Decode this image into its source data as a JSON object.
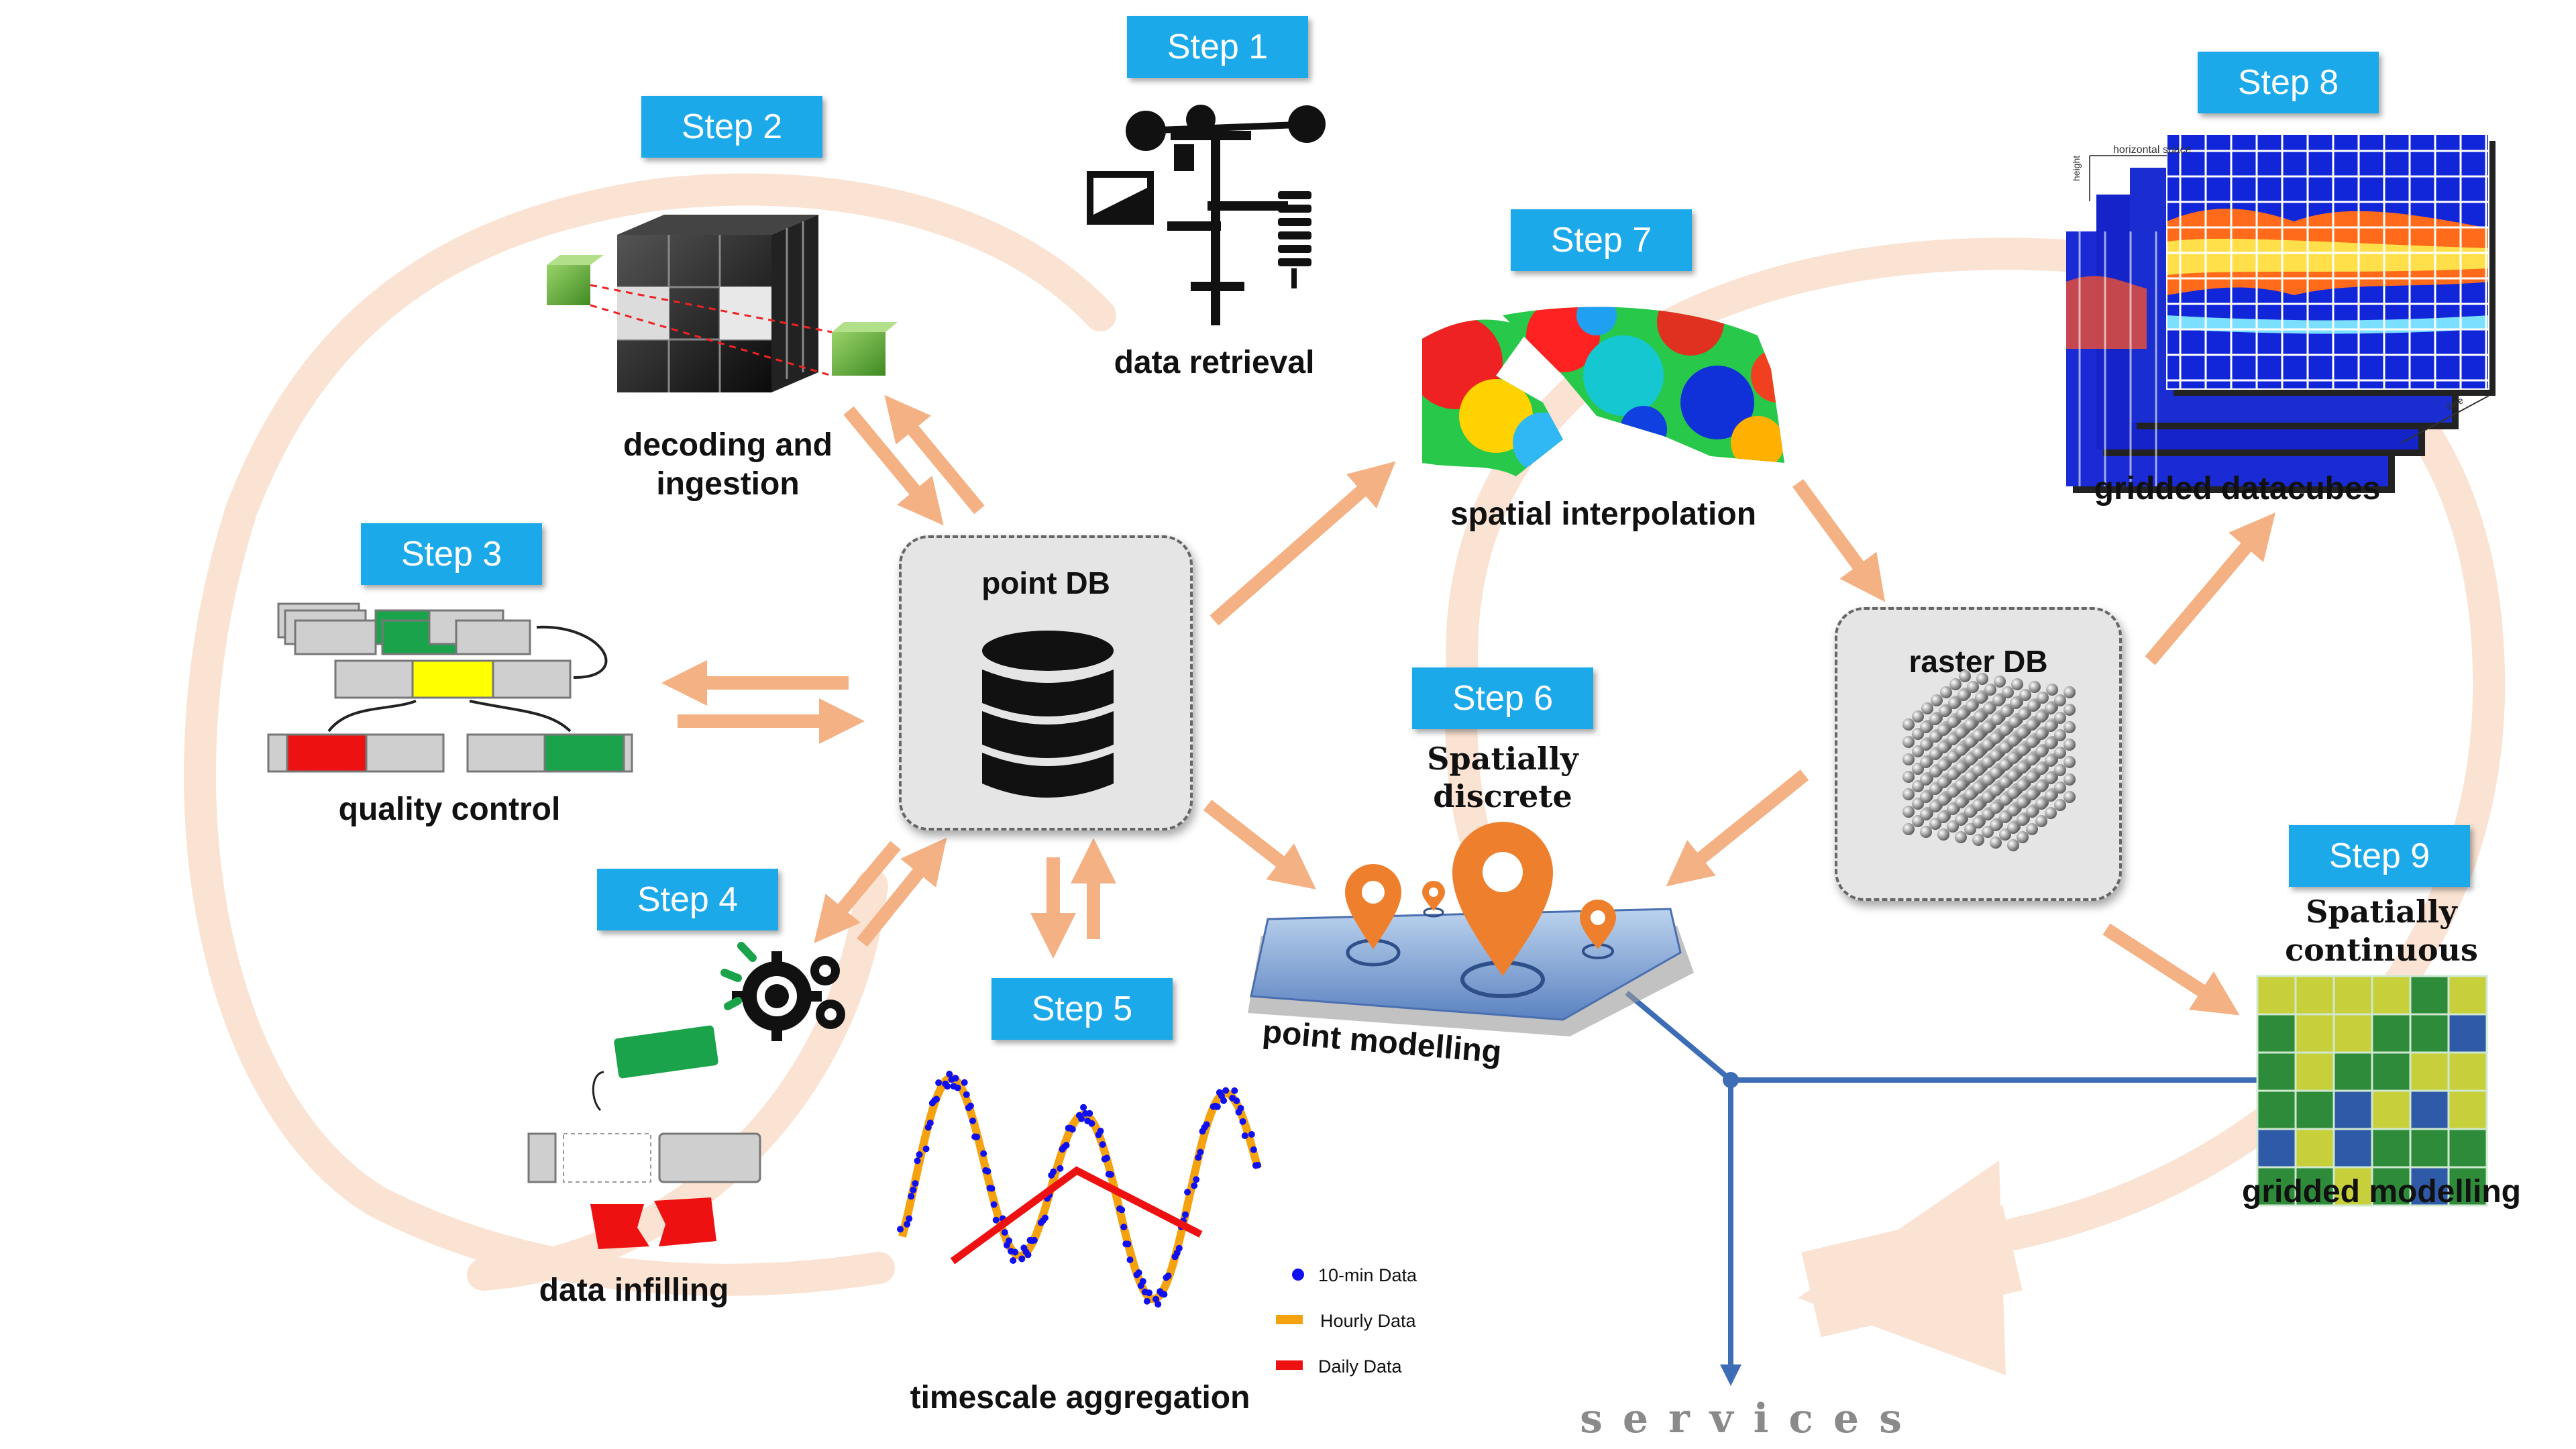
{
  "steps": {
    "s1": "Step 1",
    "s2": "Step 2",
    "s3": "Step 3",
    "s4": "Step 4",
    "s5": "Step 5",
    "s6": "Step 6",
    "s7": "Step 7",
    "s8": "Step 8",
    "s9": "Step 9"
  },
  "labels": {
    "data_retrieval": "data retrieval",
    "decoding_1": "decoding and",
    "decoding_2": "ingestion",
    "quality_control": "quality control",
    "data_infilling": "data infilling",
    "timescale_aggregation": "timescale aggregation",
    "point_modelling": "point modelling",
    "spatially_discrete_1": "Spatially",
    "spatially_discrete_2": "discrete",
    "spatial_interpolation": "spatial interpolation",
    "gridded_datacubes": "gridded datacubes",
    "spatially_continuous_1": "Spatially",
    "spatially_continuous_2": "continuous",
    "gridded_modelling": "gridded modelling",
    "services": "services"
  },
  "databases": {
    "point_db": "point DB",
    "raster_db": "raster DB"
  },
  "legend": {
    "ten_min": "10-min Data",
    "hourly": "Hourly Data",
    "daily": "Daily Data"
  },
  "datacube_axes": {
    "height": "height",
    "horizontal": "horizontal space",
    "time": "time"
  },
  "colors": {
    "step_box": "#1ba9ea",
    "arrow": "#f4b183",
    "cycle_ring": "#fbe3d3",
    "services_line": "#3d6db5",
    "pin": "#ee7f2d",
    "qc_green": "#1aa34a",
    "qc_yellow": "#ffff00",
    "qc_red": "#ee1111",
    "ten_min_dots": "#1010ee",
    "hourly_line": "#f5a20f",
    "daily_line": "#ee1111"
  },
  "icons": [
    "weather-station-icon",
    "rubik-cube-icon",
    "database-icon",
    "gears-icon",
    "map-pin-icon",
    "sphere-lattice-icon"
  ]
}
